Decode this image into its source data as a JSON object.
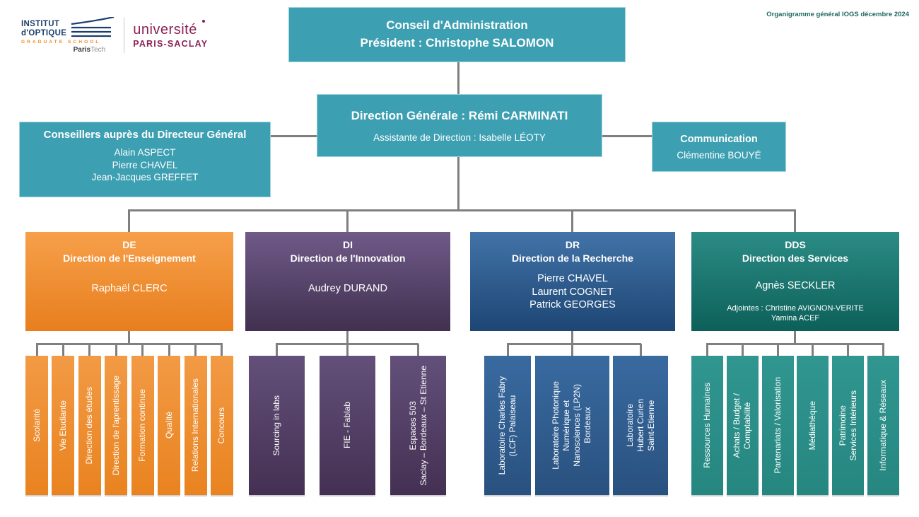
{
  "caption": "Organigramme général IOGS  décembre 2024",
  "logo": {
    "institut": "INSTITUT\nd'OPTIQUE",
    "graduate_school": "GRADUATE SCHOOL",
    "paristech_bold": "Paris",
    "paristech_light": "Tech",
    "universite": "université",
    "paris_saclay": "PARIS-SACLAY"
  },
  "board": {
    "title": "Conseil d'Administration",
    "president": "Président : Christophe SALOMON"
  },
  "direction_generale": {
    "title": "Direction Générale : Rémi CARMINATI",
    "assistante": "Assistante de Direction : Isabelle LÉOTY"
  },
  "conseillers": {
    "title": "Conseillers auprès du Directeur Général",
    "names": "Alain ASPECT\nPierre CHAVEL\nJean-Jacques GREFFET"
  },
  "communication": {
    "title": "Communication",
    "name": "Clémentine BOUYÉ"
  },
  "divisions": {
    "de": {
      "head": "DE\nDirection de l'Enseignement",
      "director": "Raphaël CLERC",
      "units": [
        "Scolarité",
        "Vie Etudiante",
        "Direction des études",
        "Direction de l'aprentissage",
        "Formation continue",
        "Qualité",
        "Relations Internationales",
        "Concours"
      ]
    },
    "di": {
      "head": "DI\nDirection de l'Innovation",
      "director": "Audrey DURAND",
      "units": [
        "Sourcing in labs",
        "FIE - Fablab",
        "Espaces 503\nSaclay – Bordeaux – St Etienne"
      ]
    },
    "dr": {
      "head": "DR\nDirection de la Recherche",
      "director": "Pierre CHAVEL\nLaurent COGNET\nPatrick GEORGES",
      "units": [
        "Laboratoire Charles Fabry\n(LCF) Palaiseau",
        "Laboratoire Photonique\nNumérique et\nNanosciences (LP2N)\nBordeaux",
        "Laboratoire\nHubert Curien\nSaint-Etienne"
      ]
    },
    "dds": {
      "head": "DDS\nDirection des Services",
      "director": "Agnès SECKLER",
      "adjointes": "Adjointes : Christine AVIGNON-VERITE\nYamina ACEF",
      "units": [
        "Ressources Humaines",
        "Achats / Budget /\nComptabilité",
        "Partenariats / Valorisation",
        "Médiathèque",
        "Patrimoine\nServices Intérieurs",
        "Informatique & Réseaux"
      ]
    }
  },
  "colors": {
    "teal_box": "#3d9fb2",
    "de_orange": "#ed7d23",
    "di_purple": "#4e3560",
    "dr_blue": "#2c5e93",
    "dds_teal": "#157a72",
    "connector_gray": "#7f7f7f",
    "caption_teal": "#1e6862",
    "logo_navy": "#1c3e6e",
    "logo_orange": "#f08a1d",
    "logo_maroon": "#8c2156"
  }
}
